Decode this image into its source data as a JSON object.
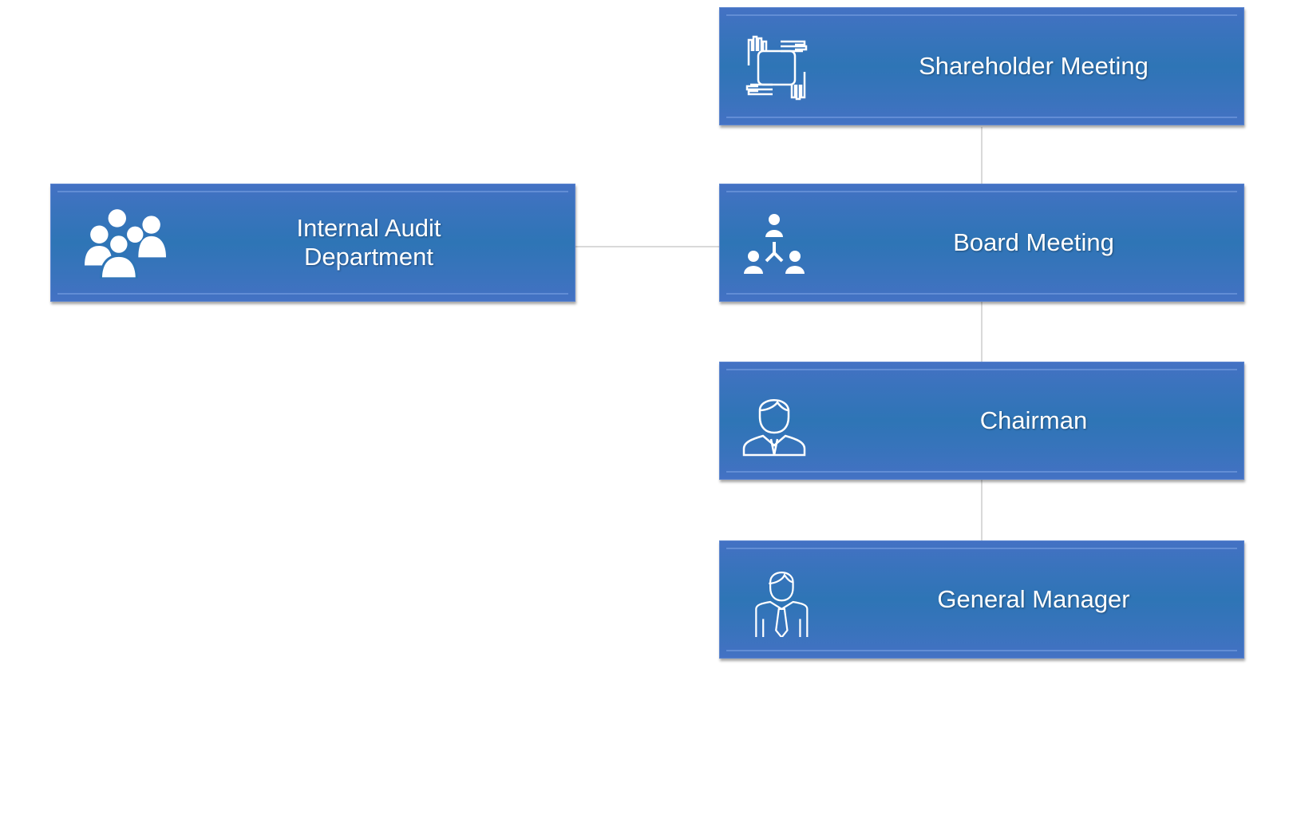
{
  "nodes": {
    "shareholder": {
      "label": "Shareholder  Meeting",
      "icon": "hands-together-icon"
    },
    "board": {
      "label": "Board Meeting",
      "icon": "hierarchy-people-icon"
    },
    "chairman": {
      "label": "Chairman",
      "icon": "businessman-icon"
    },
    "general_manager": {
      "label": "General Manager",
      "icon": "manager-tie-icon"
    },
    "internal_audit": {
      "label": "Internal Audit\nDepartment",
      "icon": "group-people-icon"
    }
  },
  "colors": {
    "box": "#2e75b6",
    "box_edge": "#4472c4",
    "connector": "#d9d9d9"
  }
}
